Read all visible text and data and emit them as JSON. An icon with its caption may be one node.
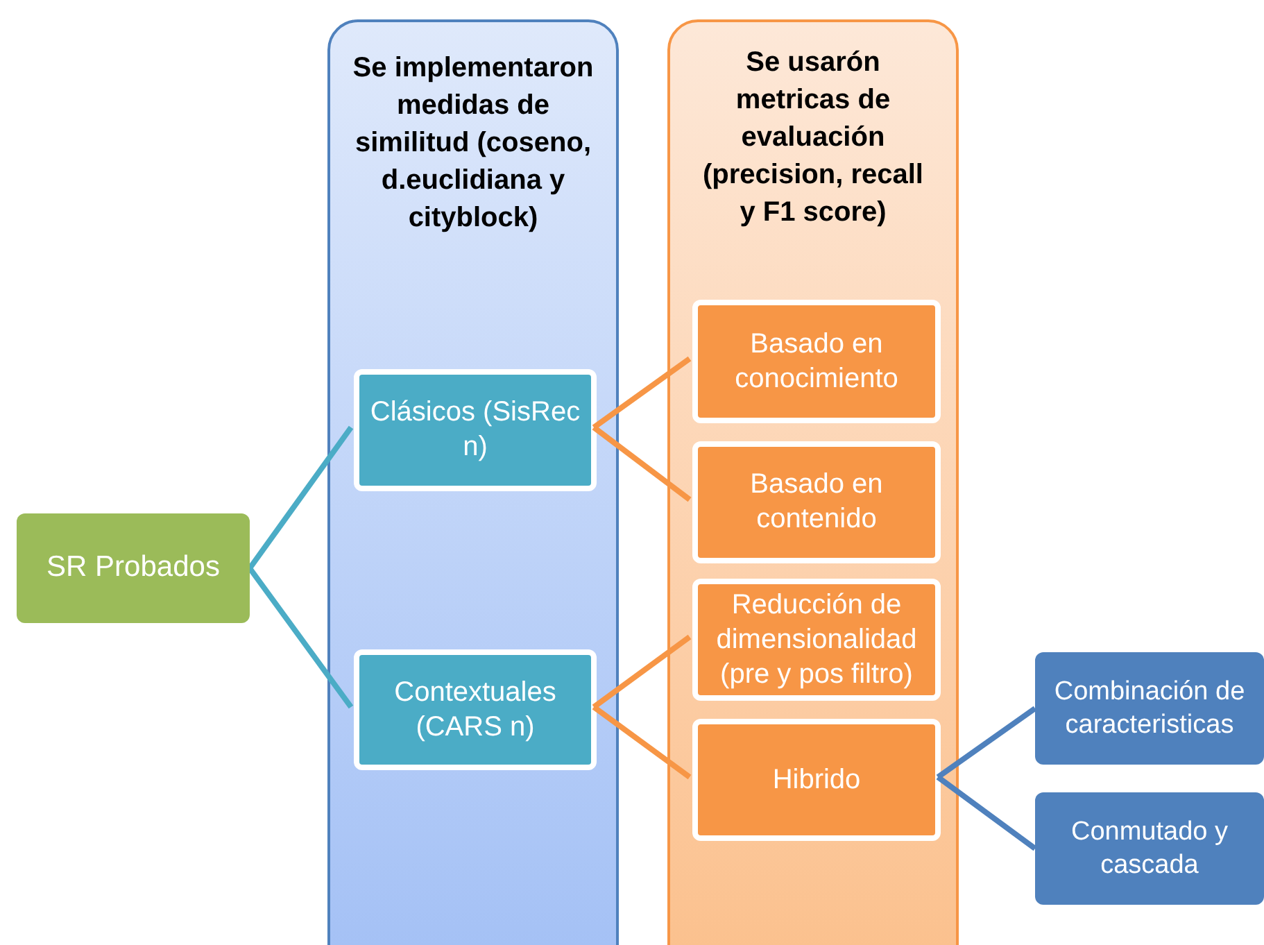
{
  "diagram": {
    "nodes": [
      {
        "text": [
          "SR Probados"
        ]
      },
      {
        "text": [
          "Se implementaron medidas de similitud (coseno, d.euclidiana y cityblock)"
        ]
      },
      {
        "text": [
          "Clásicos (SisRec n)"
        ],
        "in": 1
      },
      {
        "text": [
          "Contextuales (CARS n)"
        ],
        "in": 1
      },
      {
        "text": [
          "Se usarón metricas de evaluación (precision, recall y F1 score)"
        ]
      },
      {
        "text": [
          "Basado en conocimiento"
        ],
        "in": 4
      },
      {
        "text": [
          "Basado en contenido"
        ],
        "in": 4
      },
      {
        "text": [
          "Reducción de dimensionalidad (pre y pos filtro)"
        ],
        "in": 4
      },
      {
        "text": [
          "Hibrido"
        ],
        "in": 4
      },
      {
        "text": [
          "Combinación de caracteristicas"
        ]
      },
      {
        "text": [
          "Conmutado y cascada"
        ]
      }
    ],
    "edges": [
      {
        "from": 0,
        "to": 2,
        "arrow": "none",
        "color": "#4bacc6"
      },
      {
        "from": 0,
        "to": 3,
        "arrow": "none",
        "color": "#4bacc6"
      },
      {
        "from": 2,
        "to": 5,
        "arrow": "none"
      },
      {
        "from": 2,
        "to": 6,
        "arrow": "none"
      },
      {
        "from": 3,
        "to": 7,
        "arrow": "none"
      },
      {
        "from": 3,
        "to": 8,
        "arrow": "none"
      },
      {
        "from": 8,
        "to": 9,
        "arrow": "none",
        "color": "#4f81bd"
      },
      {
        "from": 8,
        "to": 10,
        "arrow": "none",
        "color": "#4f81bd"
      }
    ]
  }
}
